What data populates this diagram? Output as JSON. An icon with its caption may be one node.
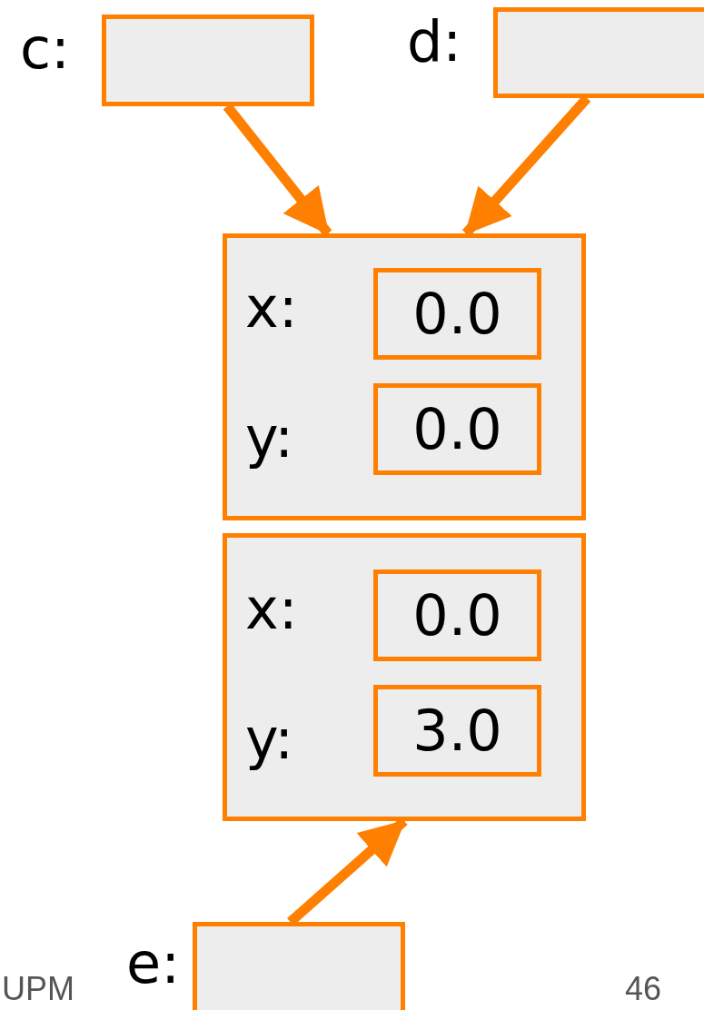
{
  "diagram": {
    "nodes": [
      {
        "text": [
          "c:"
        ]
      },
      {
        "text": [
          "d:"
        ]
      },
      {
        "text": [],
        "shape": "box"
      },
      {
        "text": [
          "x:",
          "0.0"
        ],
        "in": 2
      },
      {
        "text": [
          "y:",
          "0.0"
        ],
        "in": 2
      },
      {
        "text": [],
        "shape": "box"
      },
      {
        "text": [
          "x:",
          "0.0"
        ],
        "in": 5
      },
      {
        "text": [
          "y:",
          "3.0"
        ],
        "in": 5
      },
      {
        "text": [
          "e:"
        ]
      }
    ],
    "edges": [
      {
        "from": 0,
        "to": 2,
        "arrow": "to"
      },
      {
        "from": 1,
        "to": 2,
        "arrow": "to"
      },
      {
        "from": 8,
        "to": 5,
        "arrow": "to"
      }
    ],
    "labels": [
      "UPM",
      "46"
    ]
  }
}
